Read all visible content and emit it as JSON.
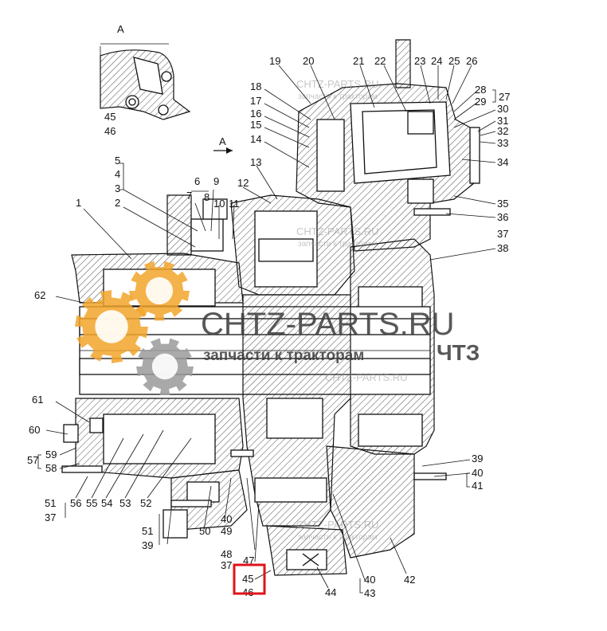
{
  "view_label": "A",
  "arrow_label": "A",
  "watermark": {
    "site": "CHTZ-PARTS.RU",
    "tagline": "запчасти к тракторам",
    "brand": "ЧТЗ",
    "small": "CHTZ-PARTS.RU",
    "small2": "запчасти к тракторам"
  },
  "colors": {
    "gear_orange": "#f2a42a",
    "gear_gray": "#9a9a9a",
    "highlight": "#e0131b"
  },
  "highlighted_part": "45",
  "labels": [
    {
      "id": "1",
      "text": "1"
    },
    {
      "id": "2",
      "text": "2"
    },
    {
      "id": "3",
      "text": "3"
    },
    {
      "id": "4",
      "text": "4"
    },
    {
      "id": "5",
      "text": "5"
    },
    {
      "id": "6",
      "text": "6"
    },
    {
      "id": "7",
      "text": "7"
    },
    {
      "id": "8",
      "text": "8"
    },
    {
      "id": "9",
      "text": "9"
    },
    {
      "id": "10",
      "text": "10"
    },
    {
      "id": "11",
      "text": "11"
    },
    {
      "id": "12",
      "text": "12"
    },
    {
      "id": "13",
      "text": "13"
    },
    {
      "id": "14",
      "text": "14"
    },
    {
      "id": "15",
      "text": "15"
    },
    {
      "id": "16",
      "text": "16"
    },
    {
      "id": "17",
      "text": "17"
    },
    {
      "id": "18",
      "text": "18"
    },
    {
      "id": "19",
      "text": "19"
    },
    {
      "id": "20",
      "text": "20"
    },
    {
      "id": "21",
      "text": "21"
    },
    {
      "id": "22",
      "text": "22"
    },
    {
      "id": "23",
      "text": "23"
    },
    {
      "id": "24",
      "text": "24"
    },
    {
      "id": "25",
      "text": "25"
    },
    {
      "id": "26",
      "text": "26"
    },
    {
      "id": "27",
      "text": "27"
    },
    {
      "id": "28",
      "text": "28"
    },
    {
      "id": "29",
      "text": "29"
    },
    {
      "id": "30",
      "text": "30"
    },
    {
      "id": "31",
      "text": "31"
    },
    {
      "id": "32",
      "text": "32"
    },
    {
      "id": "33",
      "text": "33"
    },
    {
      "id": "34",
      "text": "34"
    },
    {
      "id": "35",
      "text": "35"
    },
    {
      "id": "36",
      "text": "36"
    },
    {
      "id": "37a",
      "text": "37"
    },
    {
      "id": "38",
      "text": "38"
    },
    {
      "id": "39a",
      "text": "39"
    },
    {
      "id": "40a",
      "text": "40"
    },
    {
      "id": "41",
      "text": "41"
    },
    {
      "id": "42",
      "text": "42"
    },
    {
      "id": "43",
      "text": "43"
    },
    {
      "id": "40b",
      "text": "40"
    },
    {
      "id": "44",
      "text": "44"
    },
    {
      "id": "45a",
      "text": "45"
    },
    {
      "id": "46a",
      "text": "46"
    },
    {
      "id": "37b",
      "text": "37"
    },
    {
      "id": "48",
      "text": "48"
    },
    {
      "id": "47",
      "text": "47"
    },
    {
      "id": "49",
      "text": "49"
    },
    {
      "id": "40c",
      "text": "40"
    },
    {
      "id": "50",
      "text": "50"
    },
    {
      "id": "51a",
      "text": "51"
    },
    {
      "id": "39b",
      "text": "39"
    },
    {
      "id": "52",
      "text": "52"
    },
    {
      "id": "53",
      "text": "53"
    },
    {
      "id": "54",
      "text": "54"
    },
    {
      "id": "55",
      "text": "55"
    },
    {
      "id": "56",
      "text": "56"
    },
    {
      "id": "51b",
      "text": "51"
    },
    {
      "id": "37c",
      "text": "37"
    },
    {
      "id": "57",
      "text": "57"
    },
    {
      "id": "58",
      "text": "58"
    },
    {
      "id": "59",
      "text": "59"
    },
    {
      "id": "60",
      "text": "60"
    },
    {
      "id": "61",
      "text": "61"
    },
    {
      "id": "62",
      "text": "62"
    },
    {
      "id": "45b",
      "text": "45"
    },
    {
      "id": "46b",
      "text": "46"
    }
  ]
}
